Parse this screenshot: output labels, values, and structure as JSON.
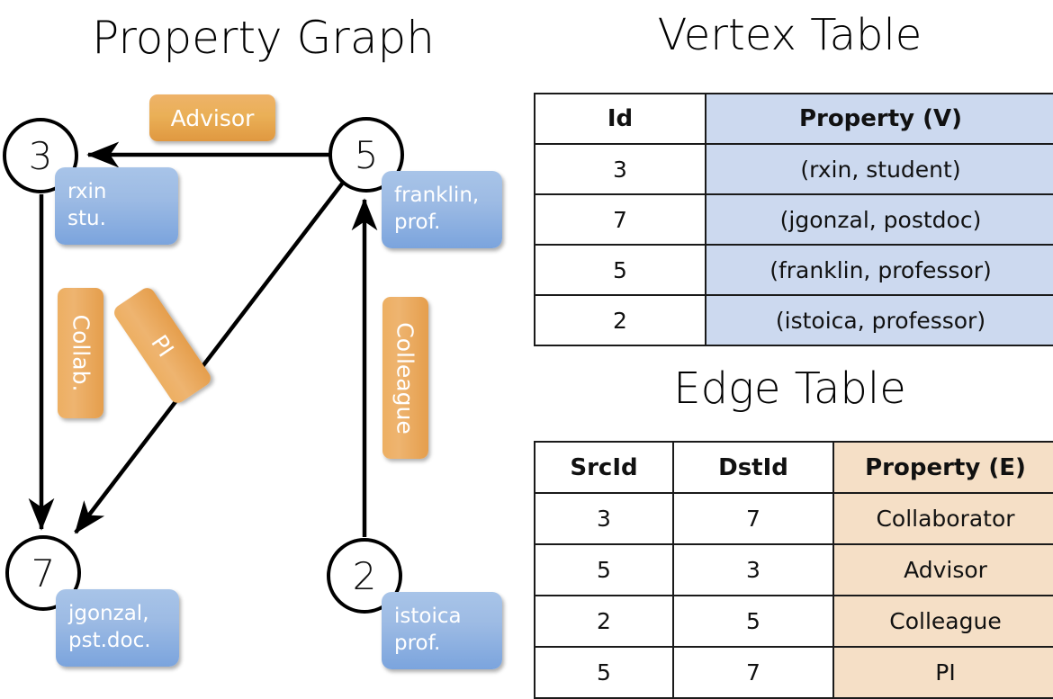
{
  "titles": {
    "property_graph": "Property Graph",
    "vertex_table": "Vertex Table",
    "edge_table": "Edge Table"
  },
  "graph": {
    "nodes": [
      {
        "id": "3",
        "property": [
          "rxin",
          "stu."
        ]
      },
      {
        "id": "5",
        "property": [
          "franklin,",
          "prof."
        ]
      },
      {
        "id": "7",
        "property": [
          "jgonzal,",
          "pst.doc."
        ]
      },
      {
        "id": "2",
        "property": [
          "istoica",
          "prof."
        ]
      }
    ],
    "edge_labels": [
      {
        "name": "advisor",
        "text": "Advisor"
      },
      {
        "name": "collab",
        "text": "Collab."
      },
      {
        "name": "pi",
        "text": "PI"
      },
      {
        "name": "colleague",
        "text": "Colleague"
      }
    ]
  },
  "vertex_table": {
    "headers": [
      "Id",
      "Property (V)"
    ],
    "rows": [
      {
        "id": "3",
        "property": "(rxin, student)"
      },
      {
        "id": "7",
        "property": "(jgonzal, postdoc)"
      },
      {
        "id": "5",
        "property": "(franklin, professor)"
      },
      {
        "id": "2",
        "property": "(istoica, professor)"
      }
    ]
  },
  "edge_table": {
    "headers": [
      "SrcId",
      "DstId",
      "Property (E)"
    ],
    "rows": [
      {
        "src": "3",
        "dst": "7",
        "property": "Collaborator"
      },
      {
        "src": "5",
        "dst": "3",
        "property": "Advisor"
      },
      {
        "src": "2",
        "dst": "5",
        "property": "Colleague"
      },
      {
        "src": "5",
        "dst": "7",
        "property": "PI"
      }
    ]
  },
  "colors": {
    "vertex_fill": "#ccd9ef",
    "edge_fill": "#f5dfc6",
    "node_box": "#8fb2e3",
    "edge_label_box": "#eaa95b"
  }
}
